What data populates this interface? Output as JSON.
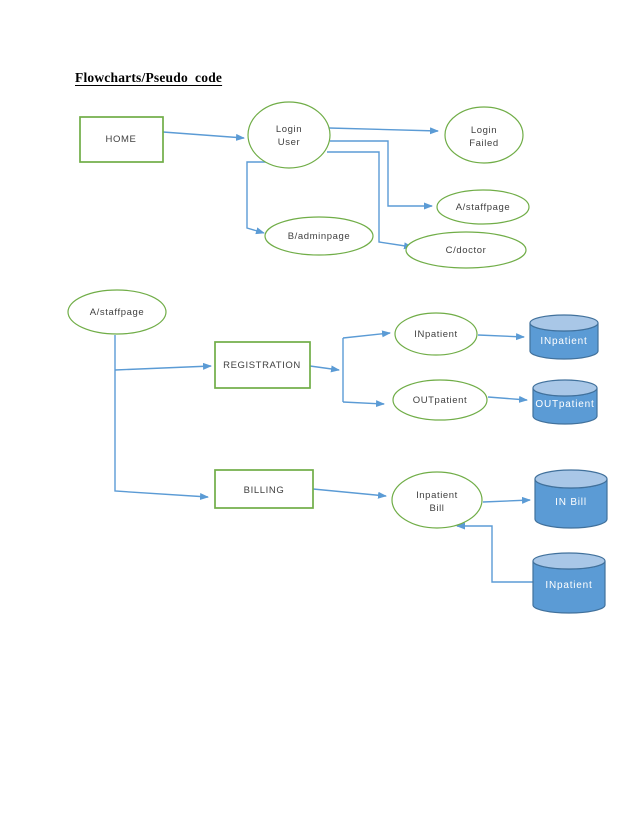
{
  "page": {
    "title": "Flowcharts/Pseudo  code"
  },
  "diagram": {
    "nodes": {
      "home": {
        "label": "HOME",
        "shape": "rectangle"
      },
      "login_user": {
        "line1": "Login",
        "line2": "User",
        "shape": "ellipse"
      },
      "login_failed": {
        "line1": "Login",
        "line2": "Failed",
        "shape": "ellipse"
      },
      "staffpage_branch": {
        "label": "A/staffpage",
        "shape": "ellipse"
      },
      "adminpage_branch": {
        "label": "B/adminpage",
        "shape": "ellipse"
      },
      "doctor_branch": {
        "label": "C/doctor",
        "shape": "ellipse"
      },
      "staffpage_start": {
        "label": "A/staffpage",
        "shape": "ellipse"
      },
      "registration": {
        "label": "REGISTRATION",
        "shape": "rectangle"
      },
      "inpatient_process": {
        "label": "INpatient",
        "shape": "ellipse"
      },
      "outpatient_process": {
        "label": "OUTpatient",
        "shape": "ellipse"
      },
      "inpatient_db": {
        "label": "INpatient",
        "shape": "cylinder"
      },
      "outpatient_db": {
        "label": "OUTpatient",
        "shape": "cylinder"
      },
      "billing": {
        "label": "BILLING",
        "shape": "rectangle"
      },
      "inpatient_bill": {
        "line1": "Inpatient",
        "line2": "Bill",
        "shape": "ellipse"
      },
      "in_bill_db": {
        "label": "IN Bill",
        "shape": "cylinder"
      },
      "inpatient_db_bottom": {
        "label": "INpatient",
        "shape": "cylinder"
      }
    },
    "colors": {
      "shape_outline": "#70ad47",
      "connector": "#5b9bd5",
      "cylinder_fill": "#5b9bd5",
      "cylinder_top_fill": "#a9c7e7",
      "cylinder_outline": "#41719c",
      "label_text": "#404040",
      "cylinder_label_text": "#ffffff",
      "title_text": "#000000"
    }
  }
}
